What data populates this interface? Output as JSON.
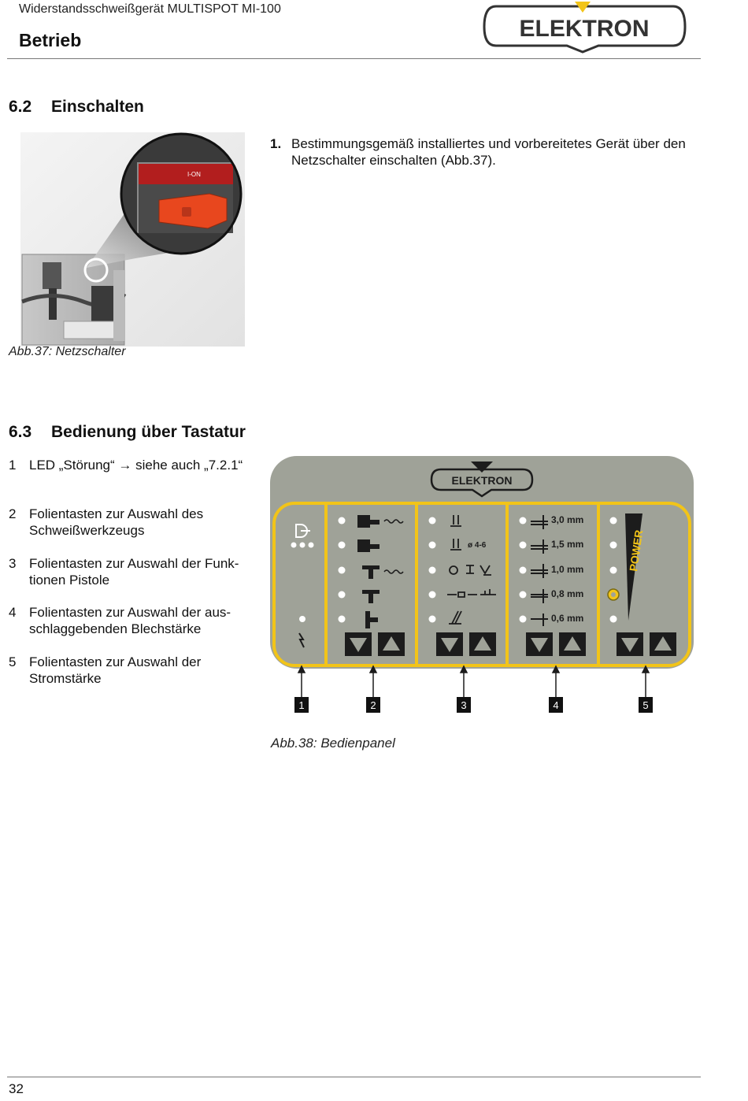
{
  "header": {
    "doc_title": "Widerstandsschweißgerät MULTISPOT MI-100",
    "section_title": "Betrieb",
    "logo_text": "ELEKTRON"
  },
  "section_62": {
    "number": "6.2",
    "title": "Einschalten",
    "step_number": "1.",
    "step_text": "Bestimmungsgemäß installiertes und vorbereitetes Gerät über den Netzschalter einschalten (Abb.37).",
    "figure": {
      "switch_label": "I-ON",
      "caption": "Abb.37: Netzschalter"
    }
  },
  "section_63": {
    "number": "6.3",
    "title": "Bedienung über Tastatur",
    "legend": [
      {
        "num": "1",
        "text": "LED „Störung“ → siehe auch „7.2.1“"
      },
      {
        "num": "2",
        "text": "Folientasten zur Auswahl des Schweißwerkzeugs"
      },
      {
        "num": "3",
        "text": "Folientasten zur Auswahl der Funk-tionen Pistole"
      },
      {
        "num": "4",
        "text": "Folientasten zur Auswahl der aus-schlaggebenden Blechstärke"
      },
      {
        "num": "5",
        "text": "Folientasten zur Auswahl der Stromstärke"
      }
    ],
    "panel": {
      "logo_text": "ELEKTRON",
      "diameter_label": "ø 4-6",
      "thickness_labels": [
        "3,0 mm",
        "1,5 mm",
        "1,0 mm",
        "0,8 mm",
        "0,6 mm"
      ],
      "power_label": "POWER",
      "callouts": [
        "1",
        "2",
        "3",
        "4",
        "5"
      ],
      "colors": {
        "panel": "#9fa298",
        "frame": "#f2c418",
        "button": "#1c1c1c"
      }
    },
    "caption": "Abb.38: Bedienpanel"
  },
  "footer": {
    "page_number": "32"
  }
}
